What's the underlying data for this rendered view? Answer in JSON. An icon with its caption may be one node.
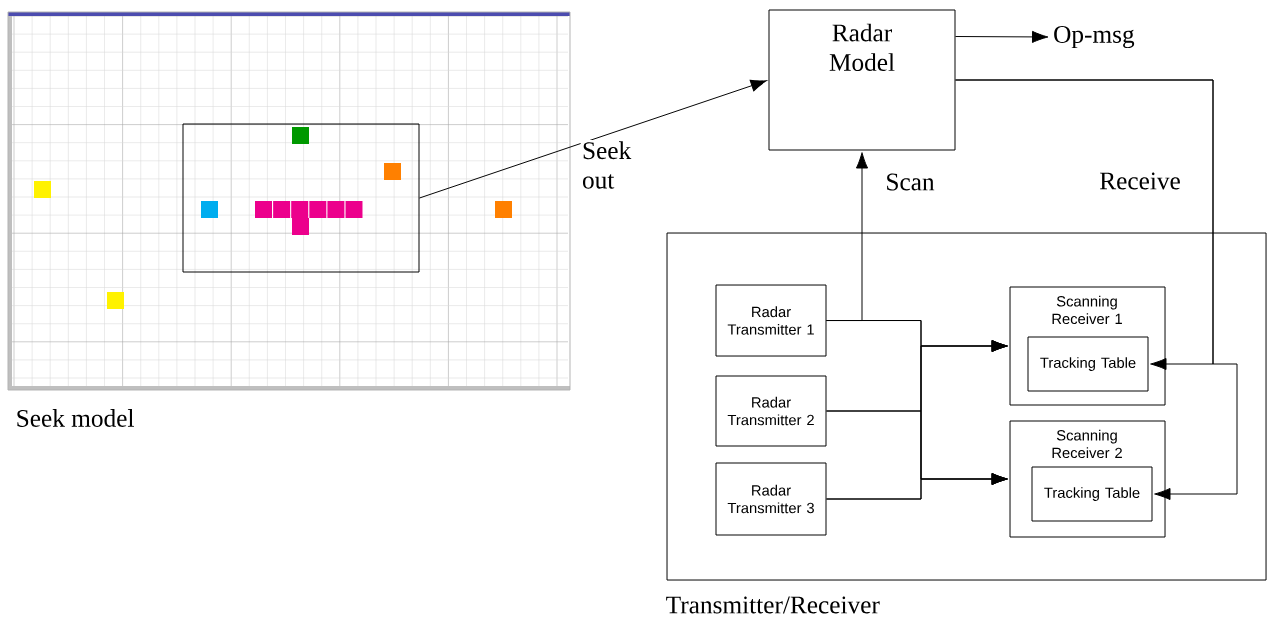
{
  "diagram": {
    "nodes": [
      {
        "text": [
          "Seek model"
        ]
      },
      {
        "text": [],
        "shape": "box",
        "in": 0
      },
      {
        "text": [
          "Radar Model"
        ]
      },
      {
        "text": [
          "Op-msg"
        ]
      },
      {
        "text": [
          "Transmitter/Receiver"
        ]
      },
      {
        "text": [
          "Radar Transmitter 1"
        ],
        "in": 4
      },
      {
        "text": [
          "Radar Transmitter 2"
        ],
        "in": 4
      },
      {
        "text": [
          "Radar Transmitter 3"
        ],
        "in": 4
      },
      {
        "text": [
          "Scanning Receiver 1"
        ],
        "in": 4
      },
      {
        "text": [
          "Tracking Table"
        ],
        "in": 8
      },
      {
        "text": [
          "Scanning Receiver 2"
        ],
        "in": 4
      },
      {
        "text": [
          "Tracking Table"
        ],
        "in": 10
      }
    ],
    "edges": [
      {
        "from": 1,
        "to": 2,
        "arrow": "to",
        "label": "Seek out"
      },
      {
        "from": 2,
        "to": 3,
        "arrow": "to"
      },
      {
        "from": 5,
        "to": 2,
        "arrow": "to",
        "label": "Scan"
      },
      {
        "from": 5,
        "to": 8,
        "arrow": "to"
      },
      {
        "from": 6,
        "to": 8,
        "arrow": "to"
      },
      {
        "from": 7,
        "to": 8,
        "arrow": "to"
      },
      {
        "from": 5,
        "to": 10,
        "arrow": "to"
      },
      {
        "from": 6,
        "to": 10,
        "arrow": "to"
      },
      {
        "from": 7,
        "to": 10,
        "arrow": "to"
      },
      {
        "from": 2,
        "to": 9,
        "arrow": "to",
        "label": "Receive"
      },
      {
        "from": 2,
        "to": 11,
        "arrow": "to"
      }
    ]
  }
}
